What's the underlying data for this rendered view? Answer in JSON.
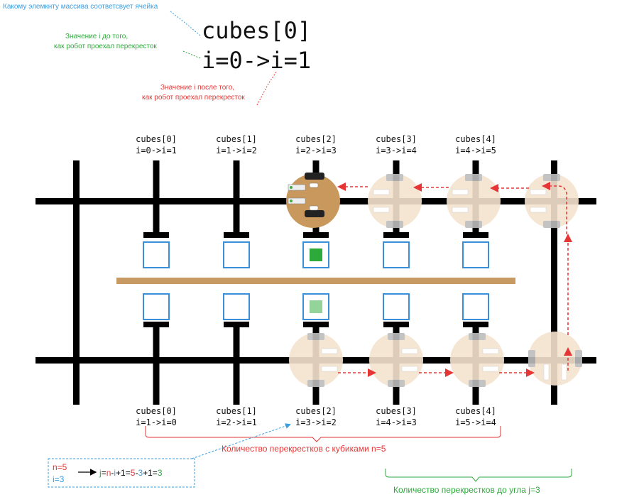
{
  "legend": {
    "element_label": "Какому элемкнту массива соответсвует ячейка",
    "before_label_1": "Значение i до того,",
    "before_label_2": "как робот проехал перекресток",
    "after_label_1": "Значение i после того,",
    "after_label_2": "как робот проехал перекресток",
    "example_cube": "cubes[0]",
    "example_transition": "i=0->i=1"
  },
  "top_row": {
    "cells": [
      {
        "name": "cubes[0]",
        "transition": "i=0->i=1"
      },
      {
        "name": "cubes[1]",
        "transition": "i=1->i=2"
      },
      {
        "name": "cubes[2]",
        "transition": "i=2->i=3"
      },
      {
        "name": "cubes[3]",
        "transition": "i=3->i=4"
      },
      {
        "name": "cubes[4]",
        "transition": "i=4->i=5"
      }
    ]
  },
  "bottom_row": {
    "cells": [
      {
        "name": "cubes[0]",
        "transition": "i=1->i=0"
      },
      {
        "name": "cubes[1]",
        "transition": "i=2->i=1"
      },
      {
        "name": "cubes[2]",
        "transition": "i=3->i=2"
      },
      {
        "name": "cubes[3]",
        "transition": "i=4->i=3"
      },
      {
        "name": "cubes[4]",
        "transition": "i=5->i=4"
      }
    ]
  },
  "annotations": {
    "crossings_with_cubes": "Количество перекрестков с кубиками  n=5",
    "crossings_to_corner": "Количество перекрестков до угла j=3"
  },
  "formula": {
    "n_line": "n=5",
    "j_line": "i=3",
    "result": {
      "p1": "j",
      "p2": "=",
      "p3": "n",
      "p4": "-",
      "p5": "i",
      "p6": "+1=",
      "p7": "5",
      "p8": "-",
      "p9": "3",
      "p10": "+1=",
      "p11": "3"
    }
  },
  "colors": {
    "line": "#000000",
    "wall": "#c89a63",
    "robot": "#c9985c",
    "ghost": "#f5e3cf",
    "box": "#3b8fd9",
    "cube_dark": "#2eaa3c",
    "cube_light": "#94d39a",
    "red": "#e53535",
    "green": "#2eaa3c",
    "blue": "#3a9ee0"
  }
}
